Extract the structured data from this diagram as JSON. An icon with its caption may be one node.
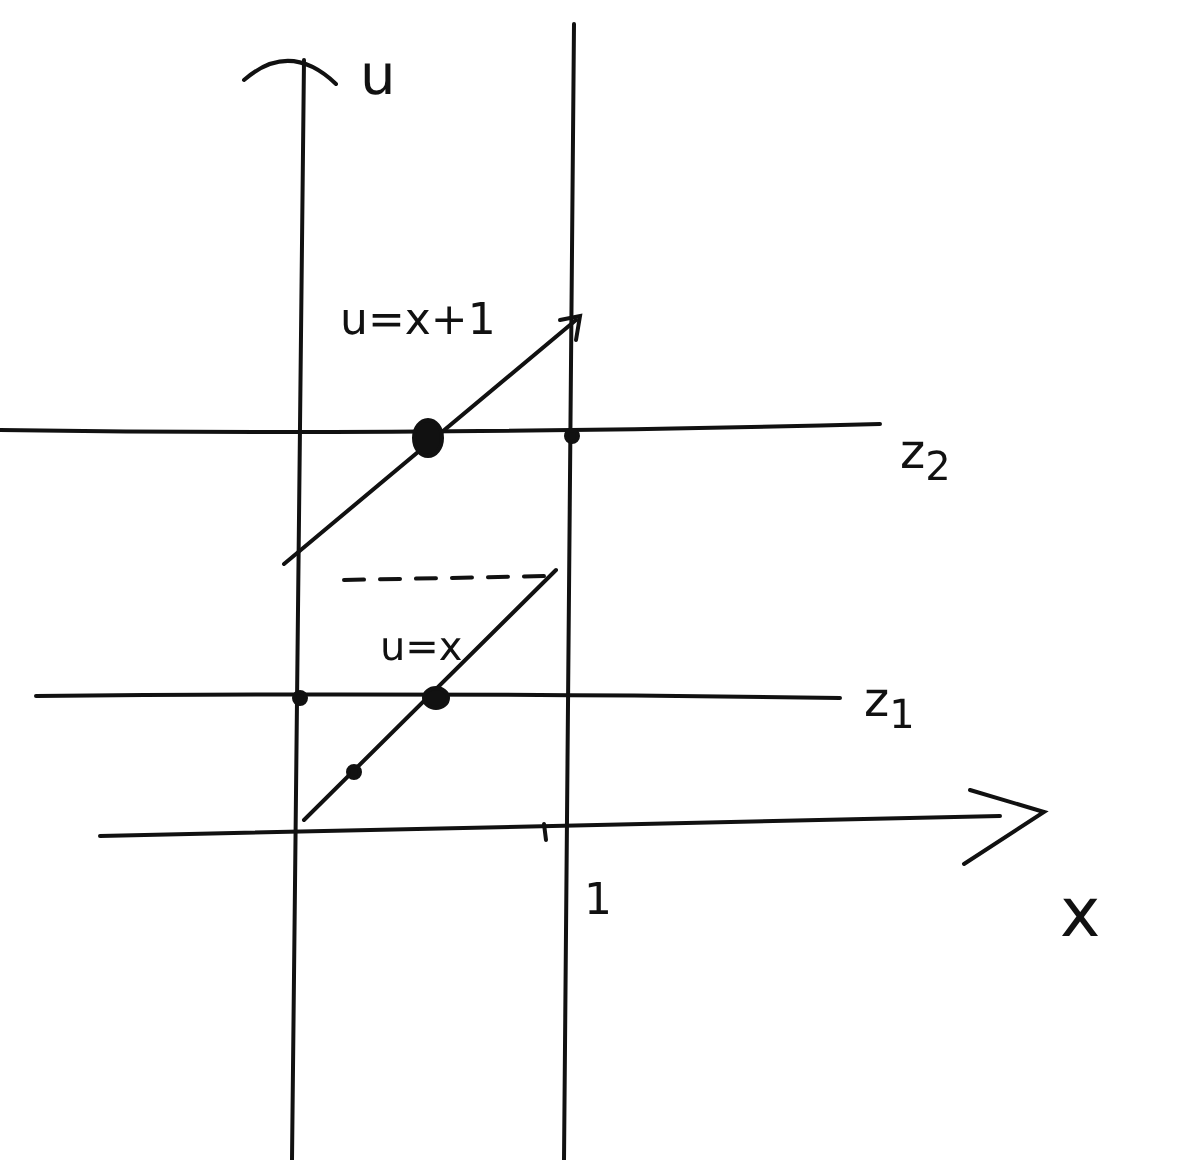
{
  "diagram": {
    "labels": [
      "u",
      "u=x+1",
      "z$_{2}$",
      "u=x",
      "z$_{1}$",
      "1",
      "x"
    ]
  }
}
